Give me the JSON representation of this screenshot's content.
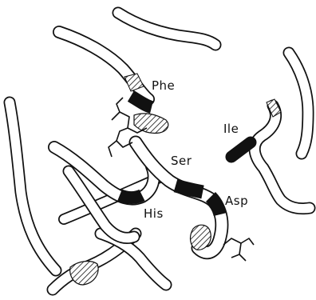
{
  "figure": {
    "residue_labels": {
      "phe": "Phe",
      "ile": "Ile",
      "ser": "Ser",
      "his": "His",
      "asp": "Asp"
    },
    "colors": {
      "background": "#ffffff",
      "tube_fill": "#ffffff",
      "outline": "#111111",
      "highlight": "#111111"
    }
  }
}
